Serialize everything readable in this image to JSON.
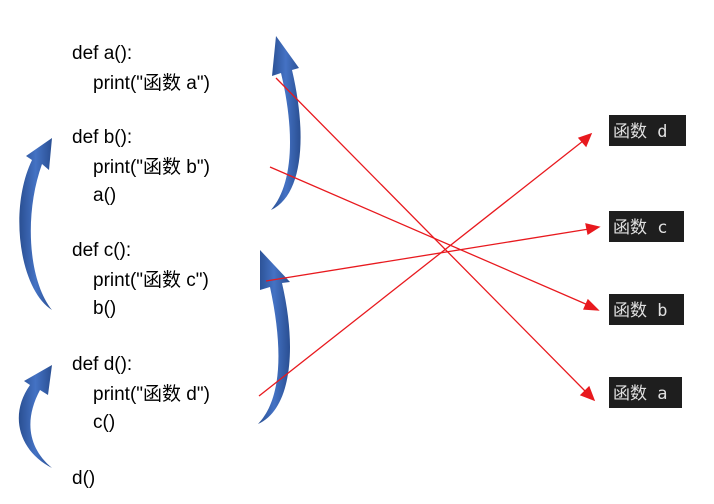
{
  "code_lines": [
    "def a():",
    "print(\"函数 a\")",
    "def b():",
    "print(\"函数 b\")",
    "a()",
    "def c():",
    "print(\"函数 c\")",
    "b()",
    "def d():",
    "print(\"函数 d\")",
    "c()",
    "d()"
  ],
  "outputs": [
    "函数 d",
    "函数 c",
    "函数 b",
    "函数 a"
  ],
  "colors": {
    "arrow_line": "#e8191e",
    "curved_arrow": "#4472c4",
    "curved_arrow_dark": "#2a4f92",
    "output_bg": "#1e1e1e",
    "output_text": "#e0e0e0"
  }
}
